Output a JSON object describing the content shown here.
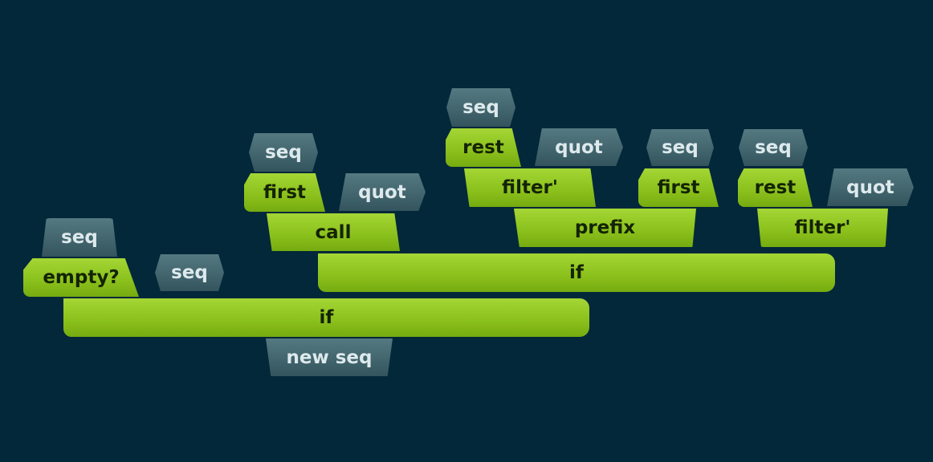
{
  "colors": {
    "background": "#02283a",
    "word_block": "#8cc21d",
    "word_text": "#142303",
    "type_block": "#40636c",
    "type_text": "#dde9ec"
  },
  "blocks": [
    {
      "id": "seq-a",
      "kind": "type",
      "label": "seq"
    },
    {
      "id": "empty",
      "kind": "word",
      "label": "empty?"
    },
    {
      "id": "seq-b",
      "kind": "type",
      "label": "seq"
    },
    {
      "id": "if-outer",
      "kind": "word",
      "label": "if"
    },
    {
      "id": "new-seq",
      "kind": "type",
      "label": "new seq"
    },
    {
      "id": "seq-c",
      "kind": "type",
      "label": "seq"
    },
    {
      "id": "first-a",
      "kind": "word",
      "label": "first"
    },
    {
      "id": "quot-a",
      "kind": "type",
      "label": "quot"
    },
    {
      "id": "call",
      "kind": "word",
      "label": "call"
    },
    {
      "id": "if-inner",
      "kind": "word",
      "label": "if"
    },
    {
      "id": "seq-d",
      "kind": "type",
      "label": "seq"
    },
    {
      "id": "rest-a",
      "kind": "word",
      "label": "rest"
    },
    {
      "id": "quot-b",
      "kind": "type",
      "label": "quot"
    },
    {
      "id": "filter-a",
      "kind": "word",
      "label": "filter'"
    },
    {
      "id": "seq-e",
      "kind": "type",
      "label": "seq"
    },
    {
      "id": "first-b",
      "kind": "word",
      "label": "first"
    },
    {
      "id": "prefix",
      "kind": "word",
      "label": "prefix"
    },
    {
      "id": "seq-f",
      "kind": "type",
      "label": "seq"
    },
    {
      "id": "rest-b",
      "kind": "word",
      "label": "rest"
    },
    {
      "id": "quot-c",
      "kind": "type",
      "label": "quot"
    },
    {
      "id": "filter-b",
      "kind": "word",
      "label": "filter'"
    }
  ]
}
